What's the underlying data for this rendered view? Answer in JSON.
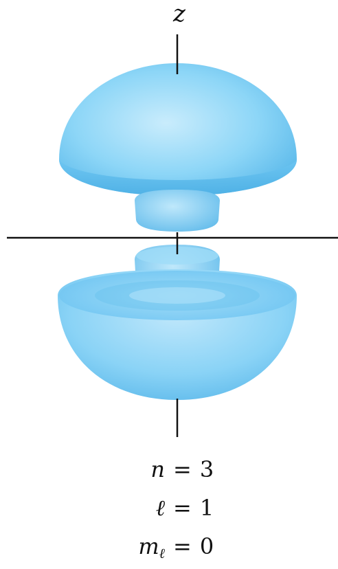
{
  "axis": {
    "z_label": "z"
  },
  "quantum_numbers": [
    {
      "symbol": "n",
      "subscript": "",
      "value": "3"
    },
    {
      "symbol": "ℓ",
      "subscript": "",
      "value": "1"
    },
    {
      "symbol": "m",
      "subscript": "ℓ",
      "value": "0"
    }
  ],
  "colors": {
    "lobe_light": "#b9e6fb",
    "lobe_mid": "#7fd0f5",
    "lobe_dark": "#4fb2e6",
    "axis": "#111111"
  }
}
